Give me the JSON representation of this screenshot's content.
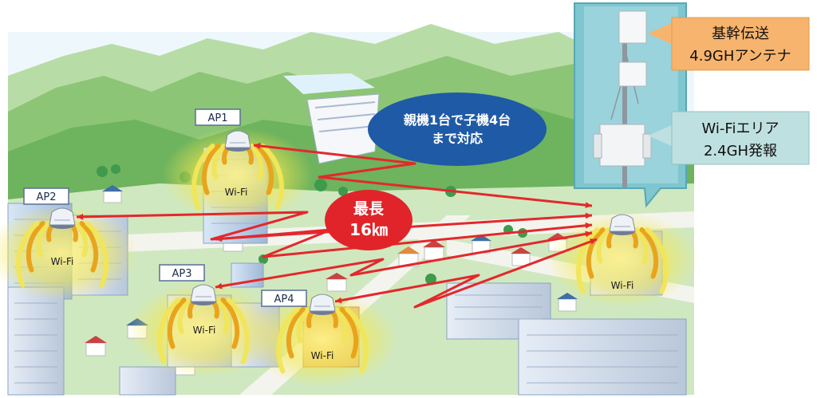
{
  "ap_labels": [
    "AP1",
    "AP2",
    "AP3",
    "AP4"
  ],
  "wifi_label": "Wi-Fi",
  "bubble": {
    "line1": "親機1台で子機4台",
    "line2": "まで対応"
  },
  "range": {
    "line1": "最長",
    "line2": "16㎞"
  },
  "callout_backbone": {
    "line1": "基幹伝送",
    "line2": "4.9GHアンテナ"
  },
  "callout_wifi": {
    "line1": "Wi-Fiエリア",
    "line2": "2.4GH発報"
  },
  "colors": {
    "sky": "#eef7fb",
    "mountain_far": "#9fcf8b",
    "mountain_near": "#6eb35e",
    "ground": "#cfe8c0",
    "road": "#f4f4ee",
    "link": "#e3282c",
    "wifi_yellow": "#f1e55a",
    "wifi_orange": "#e9a41c",
    "bubble_blue": "#1f5aa6",
    "range_red": "#e0242a",
    "callout_orange": "#f6b46e",
    "callout_teal": "#bfe0e0",
    "antenna_panel": "#7ec6d0"
  }
}
